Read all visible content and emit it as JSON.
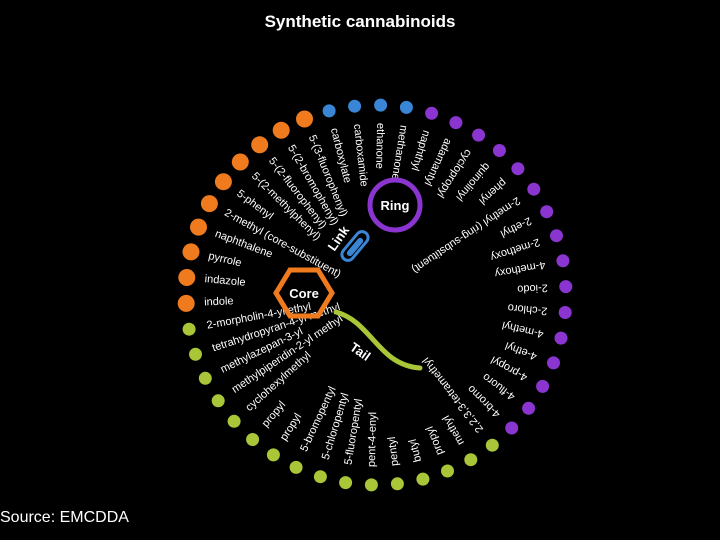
{
  "title": "Synthetic cannabinoids",
  "source": "Source: EMCDDA",
  "colors": {
    "core": "#f07b1e",
    "link": "#3a86d6",
    "ring": "#8a35cf",
    "tail": "#a8c637",
    "background": "#000000",
    "text": "#ffffff"
  },
  "center": {
    "core_label": "Core",
    "link_label": "Link",
    "ring_label": "Ring",
    "tail_label": "Tail"
  },
  "groups": [
    {
      "name": "link",
      "color": "#3a86d6",
      "items": [
        "carboxylate",
        "carboxamide",
        "ethanone",
        "methanone"
      ]
    },
    {
      "name": "ring",
      "color": "#8a35cf",
      "items": [
        "naphthyl",
        "adamantyl",
        "cyclopropyl",
        "quinolinyl",
        "phenyl",
        "2-methyl (ring-substituent)",
        "2-ethyl",
        "2-methoxy",
        "4-methoxy",
        "2-iodo",
        "2-chloro",
        "4-methyl",
        "4-ethyl",
        "4-propyl",
        "4-fluoro",
        "4-bromo"
      ]
    },
    {
      "name": "tail",
      "color": "#a8c637",
      "items": [
        "2,2,3,3-tetramethyl",
        "methyl",
        "propyl",
        "butyl",
        "pentyl",
        "pent-4-enyl",
        "5-fluoropentyl",
        "5-chloropentyl",
        "5-bromopentyl",
        "propyl",
        "propyl",
        "cyclohexylmethyl",
        "methylpiperidin-2-yl methyl",
        "methylazepan-3-yl",
        "tetrahydropyran-4-yl methyl",
        "2-morpholin-4-yl ethyl"
      ]
    },
    {
      "name": "core",
      "color": "#f07b1e",
      "items": [
        "indole",
        "indazole",
        "pyrrole",
        "naphthalene",
        "2-methyl (core-substituent)",
        "5-phenyl",
        "5-(2-methylphenyl)",
        "5-(2-fluorophenyl)",
        "5-(2-bromophenyl)",
        "5-(3-fluorophenyl)"
      ]
    }
  ]
}
